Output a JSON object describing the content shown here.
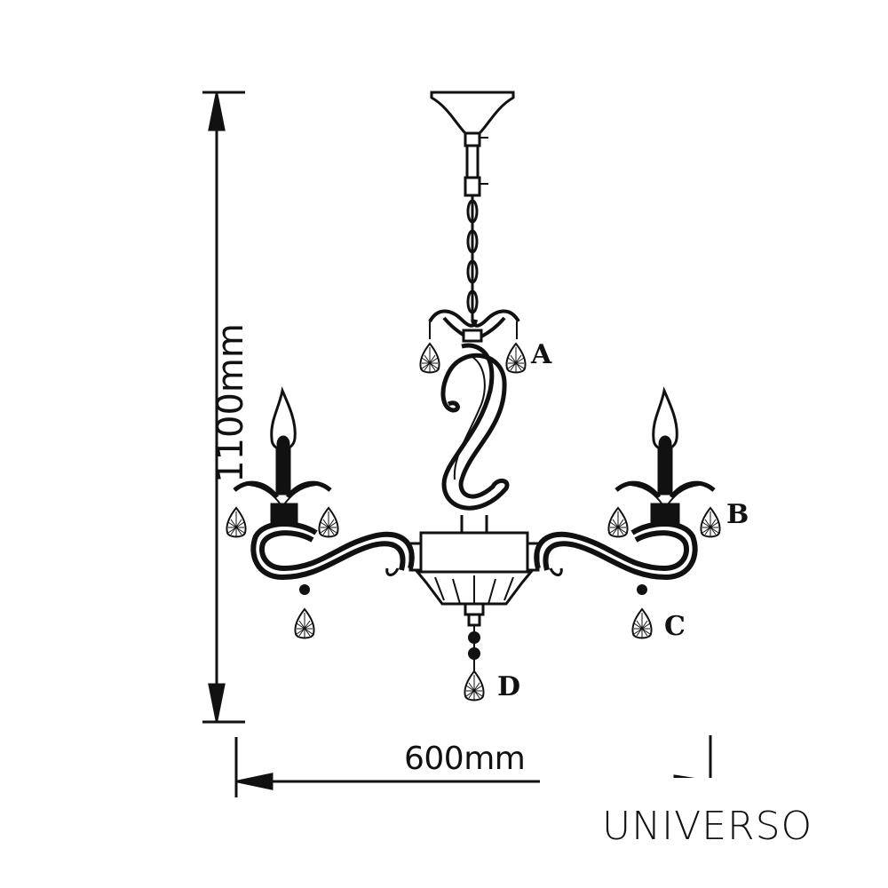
{
  "diagram": {
    "subject": "chandelier dimension drawing",
    "dimensions": {
      "height": {
        "label": "1100mm",
        "value": 1100,
        "unit": "mm"
      },
      "width": {
        "label": "600mm",
        "value": 600,
        "unit": "mm"
      }
    },
    "part_labels": [
      {
        "id": "A",
        "label": "A",
        "describes": "top crystal drop cluster"
      },
      {
        "id": "B",
        "label": "B",
        "describes": "candle arm crystal drops"
      },
      {
        "id": "C",
        "label": "C",
        "describes": "arm underside crystal drop"
      },
      {
        "id": "D",
        "label": "D",
        "describes": "bottom center crystal drop"
      }
    ],
    "brand": "UNIVERSO",
    "colors": {
      "line": "#111111",
      "background": "#ffffff"
    }
  }
}
